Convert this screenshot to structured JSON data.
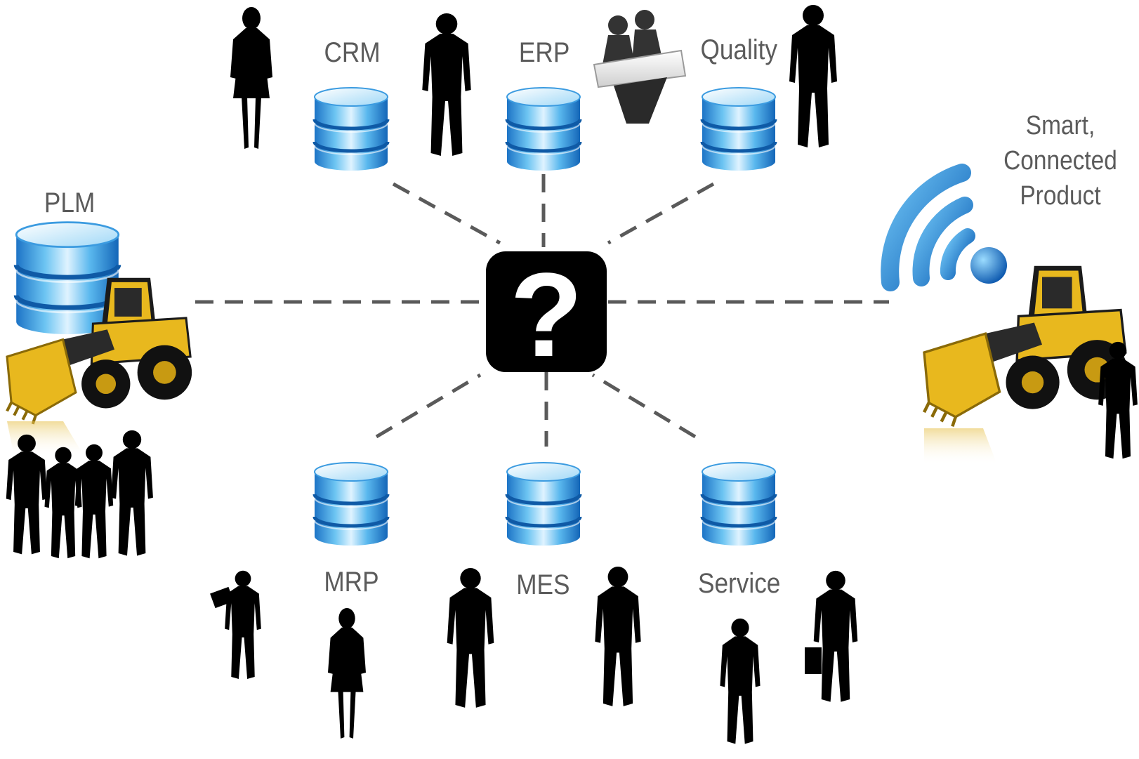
{
  "hub": {
    "symbol": "?"
  },
  "systems": {
    "plm": "PLM",
    "crm": "CRM",
    "erp": "ERP",
    "quality": "Quality",
    "mrp": "MRP",
    "mes": "MES",
    "service": "Service"
  },
  "product": {
    "line1": "Smart,",
    "line2": "Connected",
    "line3": "Product"
  },
  "colors": {
    "database_light": "#dff3ff",
    "database_mid": "#5ab8ee",
    "database_dark": "#1670c4",
    "connector": "#5a5a5a",
    "hub": "#000000",
    "machine": "#e8b81e",
    "silhouette": "#000000",
    "wifi": "#1c7fd4",
    "label": "#5b5b5b"
  },
  "icons": [
    "database-icon",
    "question-mark-icon",
    "wheel-loader-icon",
    "wifi-signal-icon",
    "person-silhouette-icon",
    "meeting-table-icon"
  ]
}
